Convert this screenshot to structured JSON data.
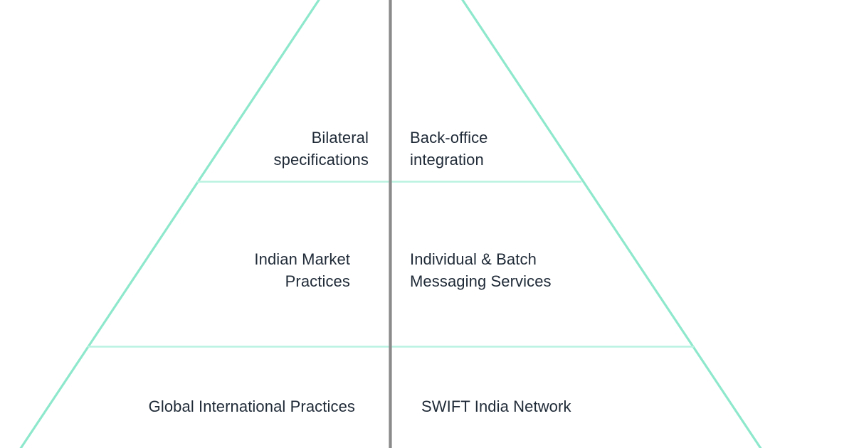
{
  "diagram": {
    "type": "pyramid",
    "title": "",
    "background_color": "#ffffff",
    "edge_color": "#8ee8cc",
    "tier_divider_color": "#b9f2e0",
    "center_divider_color": "#8a8a8a",
    "text_color": "#1f2a37",
    "tiers": [
      {
        "level": 1,
        "position": "top",
        "left": "Bilateral\nspecifications",
        "right": "Back-office\nintegration"
      },
      {
        "level": 2,
        "position": "middle",
        "left": "Indian Market\nPractices",
        "right": "Individual & Batch\nMessaging Services"
      },
      {
        "level": 3,
        "position": "bottom",
        "left": "Global International  Practices",
        "right": "SWIFT India Network"
      }
    ]
  }
}
